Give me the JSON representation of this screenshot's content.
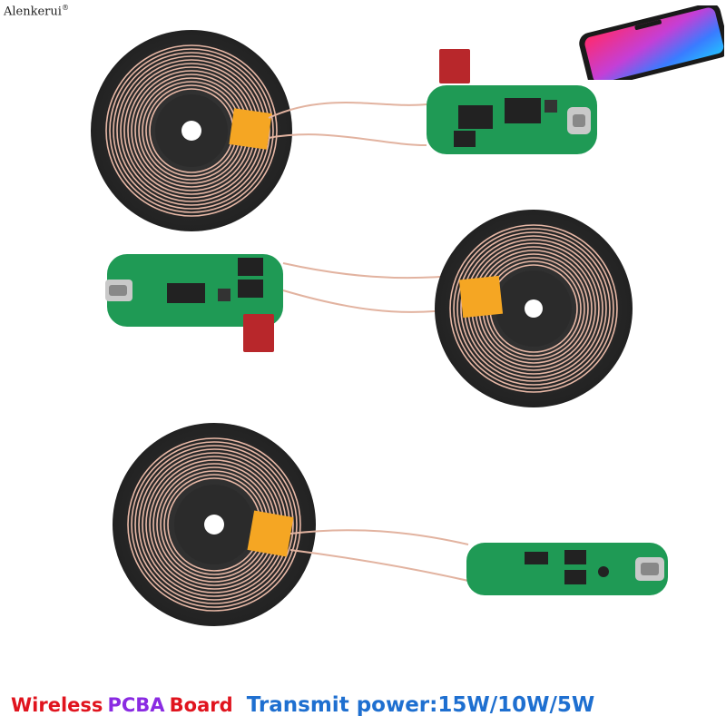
{
  "brand": {
    "name": "Alenkerui",
    "mark": "®"
  },
  "caption": {
    "word_wireless": "Wireless",
    "word_pcba": "PCBA",
    "word_board": "Board",
    "power_label": "Transmit power:",
    "power_values": "15W/10W/5W"
  },
  "colors": {
    "wireless": "#e0141e",
    "pcba": "#8a2be2",
    "board": "#e0141e",
    "power_label": "#1e6fd0",
    "power_values": "#1e6fd0",
    "pcb": "#1f9a55",
    "coil_disc": "#2b2b2b",
    "copper": "#e8b8a6",
    "tape": "#f5a623",
    "capacitor": "#b8272b"
  },
  "modules": [
    {
      "id": "module-top",
      "connector": "usb-c"
    },
    {
      "id": "module-middle",
      "connector": "micro-usb"
    },
    {
      "id": "module-bottom",
      "connector": "micro-usb"
    }
  ]
}
